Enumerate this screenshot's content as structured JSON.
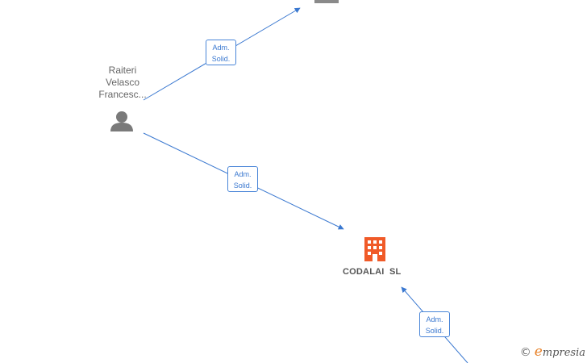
{
  "person": {
    "name_lines": [
      "Raiteri",
      "Velasco",
      "Francesc..."
    ],
    "icon": "person-icon"
  },
  "company": {
    "name": "CODALAI  SL",
    "icon": "building-icon",
    "color": "#f05a28"
  },
  "edges": [
    {
      "label_line1": "Adm.",
      "label_line2": "Solid."
    },
    {
      "label_line1": "Adm.",
      "label_line2": "Solid."
    },
    {
      "label_line1": "Adm.",
      "label_line2": "Solid."
    }
  ],
  "colors": {
    "edge": "#3a78d0",
    "person_icon": "#7a7a7a",
    "offscreen_icon": "#8a8a8a"
  },
  "watermark": {
    "copyright": "©",
    "brand_initial": "e",
    "brand_rest": "mpresia"
  }
}
